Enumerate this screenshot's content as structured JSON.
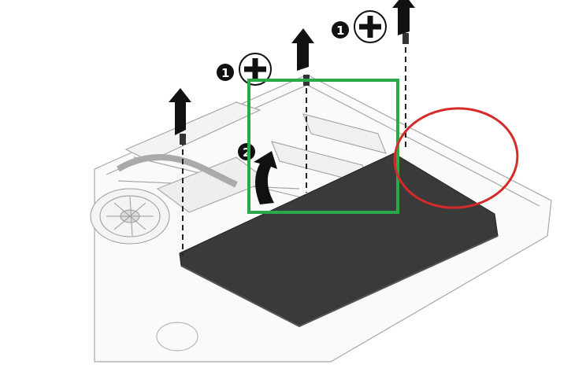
{
  "diagram": {
    "callouts": [
      {
        "label": "1",
        "meaning": "screw"
      },
      {
        "label": "1",
        "meaning": "screw"
      },
      {
        "label": "2",
        "meaning": "lift"
      }
    ]
  },
  "colors": {
    "battery": "#3a3a3a",
    "highlight_box": "#2aa84a",
    "highlight_circle": "#d42a2a",
    "line_art": "#9a9a9a"
  }
}
